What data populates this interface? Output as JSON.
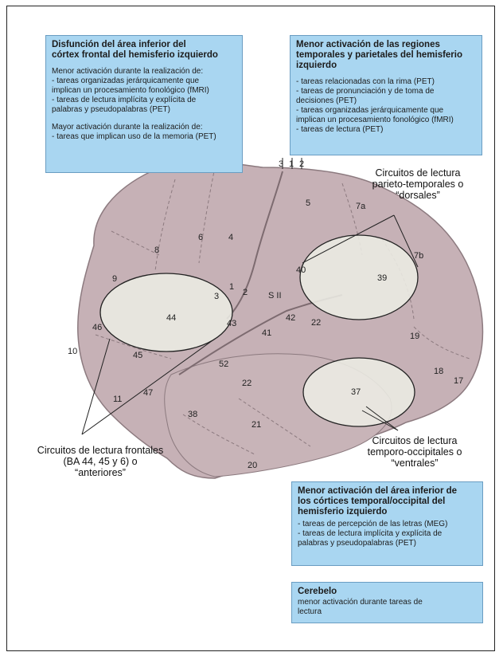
{
  "box_frontal": {
    "title": [
      "Disfunción del área inferior del",
      "córtex frontal del hemisferio izquierdo"
    ],
    "lines_a": [
      "Menor activación durante la realización de:",
      "- tareas organizadas jerárquicamente que",
      "implican un procesamiento fonológico (fMRI)",
      "- tareas de lectura implícita y explícita de",
      "palabras y pseudopalabras (PET)"
    ],
    "lines_b": [
      "Mayor activación durante la realización de:",
      "- tareas que implican uso de la memoria (PET)"
    ]
  },
  "box_temporal": {
    "title": [
      "Menor activación de las regiones",
      "temporales y parietales del hemisferio",
      "izquierdo"
    ],
    "lines": [
      "- tareas relacionadas con la rima (PET)",
      "- tareas de pronunciación y de toma de",
      "decisiones (PET)",
      "- tareas organizadas jerárquicamente que",
      "implican un procesamiento fonológico (fMRI)",
      "- tareas de lectura (PET)"
    ]
  },
  "box_occipital": {
    "title": [
      "Menor activación del área inferior de",
      "los córtices temporal/occipital del",
      "hemisferio izquierdo"
    ],
    "lines": [
      "- tareas de percepción de las letras (MEG)",
      "- tareas de lectura implícita y explícita de",
      "palabras y pseudopalabras (PET)"
    ]
  },
  "box_cerebelo": {
    "title": [
      "Cerebelo"
    ],
    "lines": [
      "menor activación durante tareas de",
      "lectura"
    ]
  },
  "captions": {
    "dorsal": [
      "Circuitos de lectura",
      "parieto-temporales o",
      "“dorsales”"
    ],
    "frontal": [
      "Circuitos de lectura frontales",
      "(BA 44, 45 y 6) o",
      "“anteriores”"
    ],
    "ventral": [
      "Circuitos de lectura",
      "temporo-occipitales o",
      "“ventrales”"
    ]
  },
  "areas": [
    "3",
    "1",
    "2",
    "5",
    "7a",
    "6",
    "4",
    "8",
    "40",
    "39",
    "7b",
    "9",
    "1",
    "2",
    "S II",
    "3",
    "44",
    "46",
    "42",
    "22",
    "41",
    "43",
    "19",
    "10",
    "45",
    "52",
    "18",
    "47",
    "22",
    "37",
    "17",
    "11",
    "38",
    "21",
    "20"
  ],
  "colors": {
    "box_fill": "#a9d6f1",
    "brain_fill": "#c6b1b6",
    "highlight": "#ecece4"
  }
}
